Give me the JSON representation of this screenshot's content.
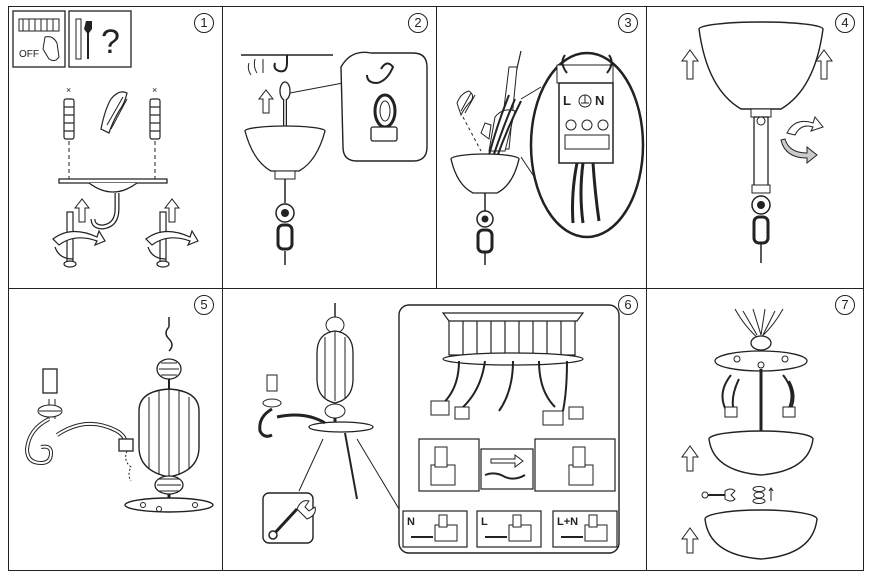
{
  "steps": [
    {
      "number": "1"
    },
    {
      "number": "2"
    },
    {
      "number": "3"
    },
    {
      "number": "4"
    },
    {
      "number": "5"
    },
    {
      "number": "6"
    },
    {
      "number": "7"
    }
  ],
  "step1": {
    "switch_label": "OFF",
    "question_mark": "?"
  },
  "step3": {
    "terminal_live": "L",
    "terminal_neutral": "N"
  },
  "step6": {
    "conn_neutral": "N",
    "conn_live": "L",
    "conn_both": "L+N"
  }
}
